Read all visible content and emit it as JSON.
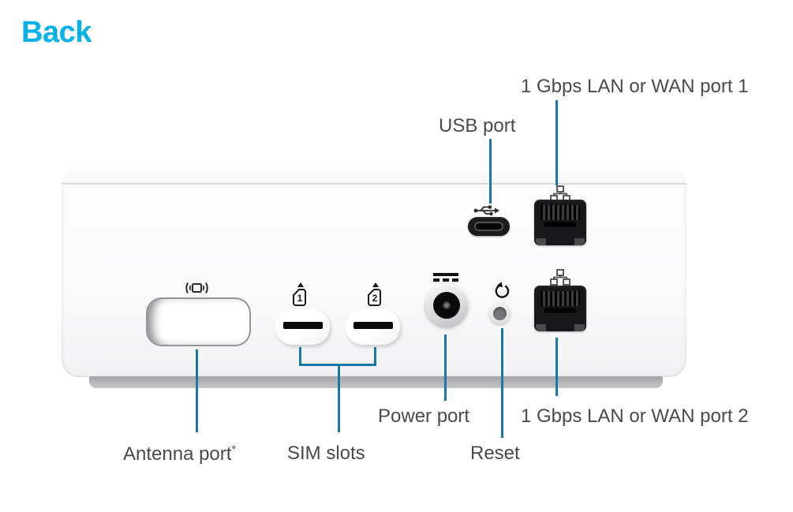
{
  "title": {
    "text": "Back"
  },
  "callouts": {
    "lan1": {
      "label": "1 Gbps LAN or WAN port 1"
    },
    "usb": {
      "label": "USB port"
    },
    "antenna": {
      "label": "Antenna port",
      "superscript": "*"
    },
    "sim": {
      "label": "SIM slots"
    },
    "power": {
      "label": "Power port"
    },
    "reset": {
      "label": "Reset"
    },
    "lan2": {
      "label": "1 Gbps LAN or WAN port 2"
    }
  },
  "device": {
    "sim_numbers": [
      "1",
      "2"
    ],
    "icons": [
      "antenna-signal-icon",
      "sim-card-1-icon",
      "sim-card-2-icon",
      "dc-power-icon",
      "reset-circular-arrow-icon",
      "usb-trident-icon",
      "ethernet-network-icon-1",
      "ethernet-network-icon-2"
    ]
  },
  "colors": {
    "title_accent": "#00b2ec",
    "leader_line": "#1878a8",
    "label_text": "#4a4a4a",
    "device_body": "#fafafb",
    "device_base": "#b5b5b7",
    "port_black": "#18181a"
  }
}
